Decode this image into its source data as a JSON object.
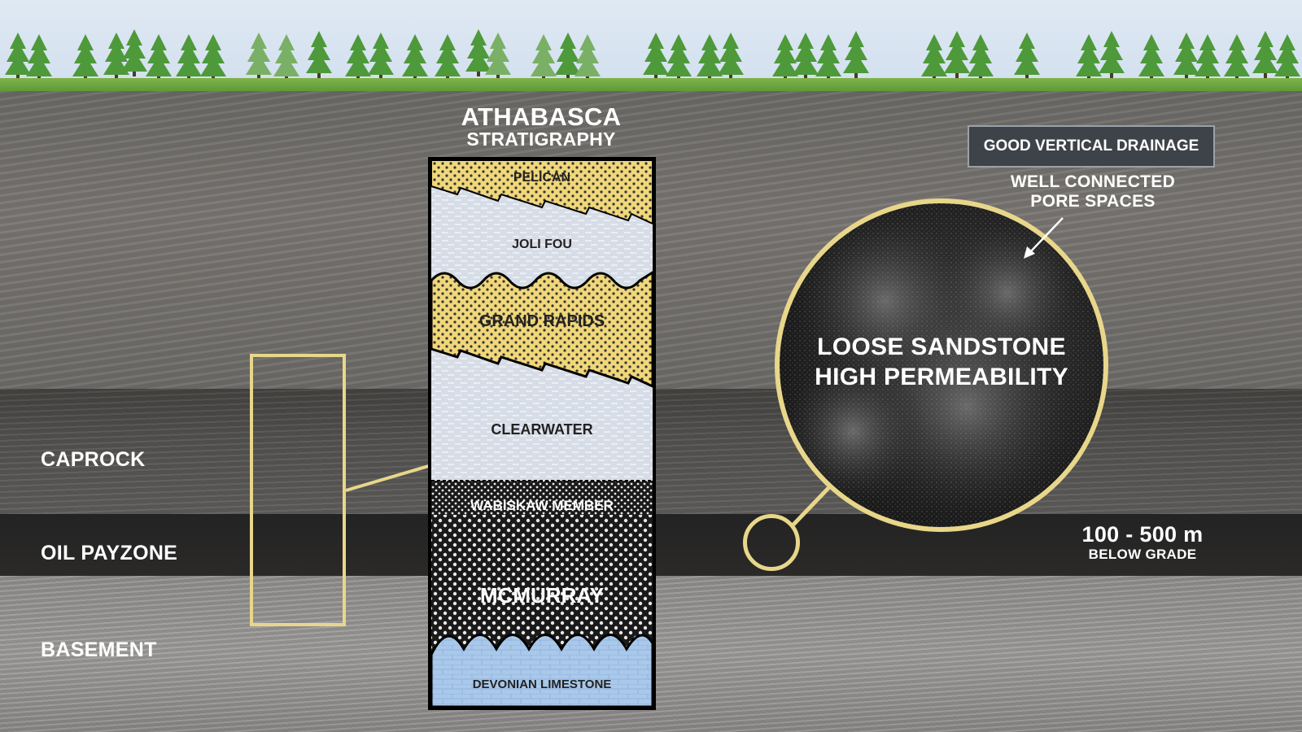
{
  "title": {
    "line1": "ATHABASCA",
    "line2": "STRATIGRAPHY"
  },
  "strata": {
    "pelican": "PELICAN",
    "joli_fou": "JOLI FOU",
    "grand_rapids": "GRAND RAPIDS",
    "clearwater": "CLEARWATER",
    "wabiskaw": "WABISKAW MEMBER",
    "mcmurray": "MCMURRAY",
    "devonian": "DEVONIAN LIMESTONE"
  },
  "zones": {
    "caprock": "CAPROCK",
    "oil_payzone": "OIL PAYZONE",
    "basement": "BASEMENT"
  },
  "drainage_box": "GOOD VERTICAL DRAINAGE",
  "pore": {
    "line1": "WELL CONNECTED",
    "line2": "PORE SPACES"
  },
  "magnifier": {
    "line1": "LOOSE SANDSTONE",
    "line2": "HIGH PERMEABILITY"
  },
  "depth": {
    "value": "100 - 500 m",
    "label": "BELOW GRADE"
  },
  "colors": {
    "sand_yellow": "#f0d77a",
    "shale_blue": "#d7dde6",
    "limestone_blue": "#a9c8ea",
    "highlight": "#e8d68a"
  }
}
